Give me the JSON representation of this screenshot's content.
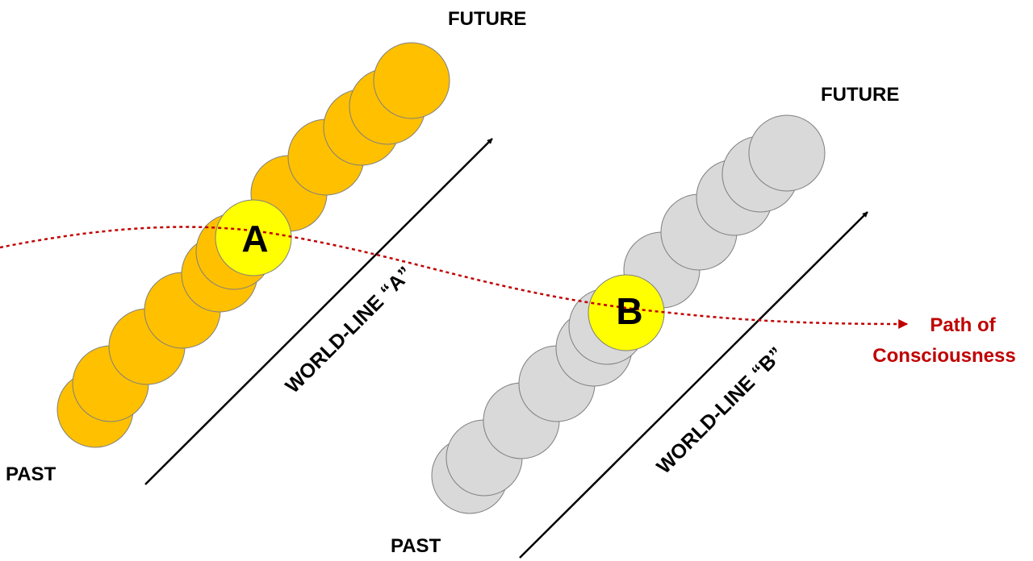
{
  "labels": {
    "future_a": "FUTURE",
    "future_b": "FUTURE",
    "past_a": "PAST",
    "past_b": "PAST",
    "marker_a": "A",
    "marker_b": "B",
    "worldline_a": "WORLD-LINE “A”",
    "worldline_b": "WORLD-LINE “B”",
    "path_line1": "Path of",
    "path_line2": "Consciousness"
  },
  "colors": {
    "worldline_a_fill": "#FFC000",
    "worldline_b_fill": "#D9D9D9",
    "highlight_fill": "#FFFF00",
    "circle_stroke": "#7F7F7F",
    "path_color": "#C00000",
    "arrow_color": "#000000"
  }
}
